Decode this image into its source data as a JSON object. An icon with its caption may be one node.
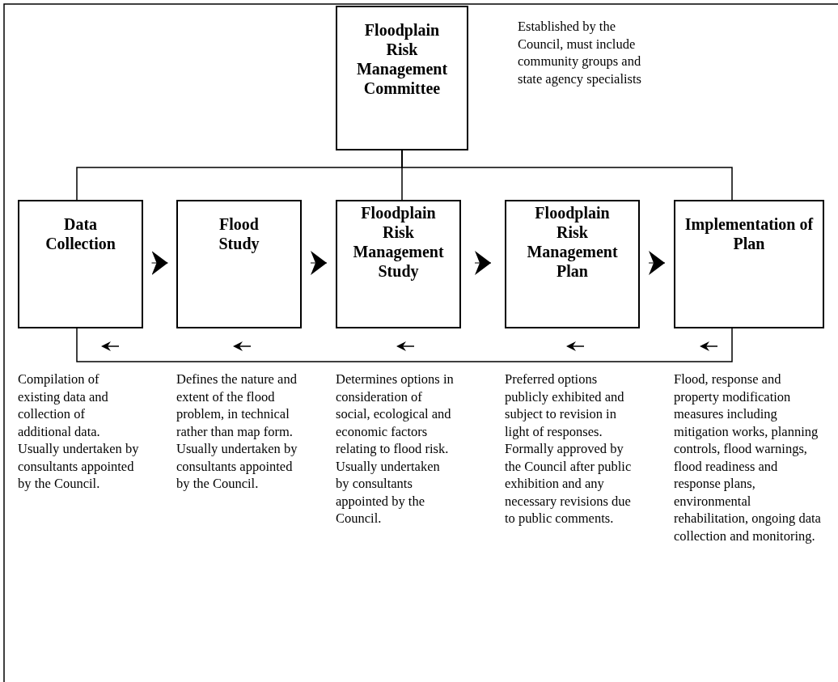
{
  "diagram": {
    "nodes": [
      {
        "text": [
          "Floodplain Risk Management Committee"
        ],
        "beside": [
          "Established by the Council, must include community groups and state agency specialists"
        ]
      },
      {
        "text": [
          "Data Collection"
        ],
        "beside": [
          "Compilation of existing data and collection of additional data. Usually undertaken by consultants appointed by the Council."
        ]
      },
      {
        "text": [
          "Flood Study"
        ],
        "beside": [
          "Defines the nature and extent of the flood problem, in technical rather than map form. Usually undertaken by consultants appointed by the Council."
        ]
      },
      {
        "text": [
          "Floodplain Risk Management Study"
        ],
        "beside": [
          "Determines options in consideration of social, ecological and economic factors relating to flood risk. Usually undertaken by consultants appointed by the Council."
        ]
      },
      {
        "text": [
          "Floodplain Risk Management Plan"
        ],
        "beside": [
          "Preferred options publicly exhibited and subject to revision in light of responses. Formally approved by the Council after public exhibition and any necessary revisions due to public comments."
        ]
      },
      {
        "text": [
          "Implementation of Plan"
        ],
        "beside": [
          "Flood, response and property modification measures including mitigation works, planning controls, flood warnings, flood readiness and response plans, environmental rehabilitation, ongoing data collection and monitoring."
        ]
      }
    ],
    "edges": [
      {
        "from": 0,
        "to": 1,
        "arrow": "none"
      },
      {
        "from": 0,
        "to": 3,
        "arrow": "none"
      },
      {
        "from": 0,
        "to": 5,
        "arrow": "none"
      },
      {
        "from": 1,
        "to": 2,
        "arrow": "to"
      },
      {
        "from": 2,
        "to": 3,
        "arrow": "to"
      },
      {
        "from": 3,
        "to": 4,
        "arrow": "to"
      },
      {
        "from": 4,
        "to": 5,
        "arrow": "to"
      },
      {
        "from": 5,
        "to": 1,
        "arrow": "none"
      }
    ]
  }
}
